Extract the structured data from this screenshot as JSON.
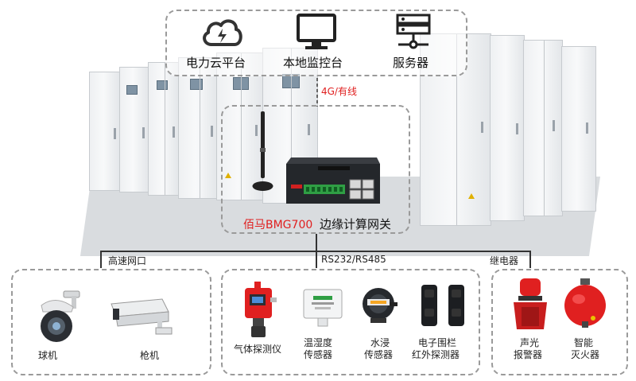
{
  "top": {
    "cloud_label": "电力云平台",
    "monitor_label": "本地监控台",
    "server_label": "服务器",
    "uplink_label": "4G/有线"
  },
  "gateway": {
    "brand_label": "佰马BMG700",
    "title_label": "边缘计算网关"
  },
  "branches": {
    "network_label": "高速网口",
    "serial_label": "RS232/RS485",
    "relay_label": "继电器"
  },
  "devices": {
    "ball_camera": "球机",
    "gun_camera": "枪机",
    "gas_detector": "气体探测仪",
    "temp_humidity_1": "温湿度",
    "temp_humidity_2": "传感器",
    "water_1": "水浸",
    "water_2": "传感器",
    "fence_1": "电子围栏",
    "fence_2": "红外探测器",
    "alarm_1": "声光",
    "alarm_2": "报警器",
    "extinguisher_1": "智能",
    "extinguisher_2": "灭火器"
  },
  "colors": {
    "accent_red": "#e02020",
    "line": "#333333",
    "dashed_border": "#9a9a9a"
  }
}
